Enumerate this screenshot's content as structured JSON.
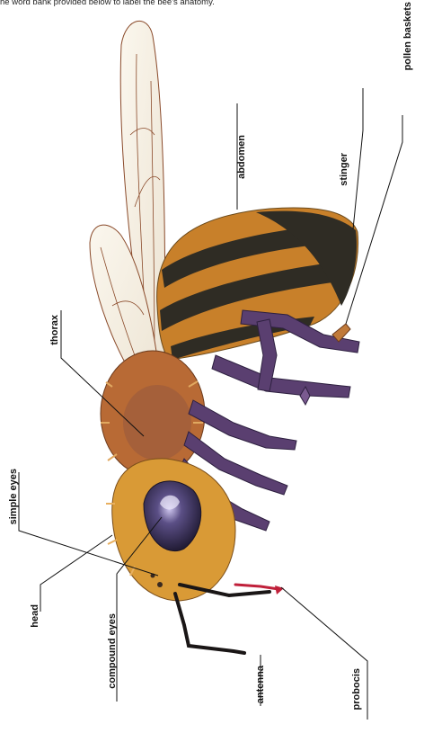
{
  "instruction": "he word bank provided below to label the bee's anatomy.",
  "labels": {
    "pollen_baskets": "pollen baskets",
    "abdomen": "abdomen",
    "stinger": "stinger",
    "thorax": "thorax",
    "simple_eyes": "simple eyes",
    "head": "head",
    "compound_eyes": "compound eyes",
    "antenna": "antenna",
    "probocis": "probocis"
  },
  "colors": {
    "fur_orange": "#c8802a",
    "fur_gold": "#d99a36",
    "band_dark": "#2f2c24",
    "thorax_rust": "#a5603a",
    "leg_purple": "#5a3f70",
    "eye_dark": "#2a2440",
    "wing_vein": "#8a4a2a",
    "proboscis_red": "#c0203a"
  }
}
